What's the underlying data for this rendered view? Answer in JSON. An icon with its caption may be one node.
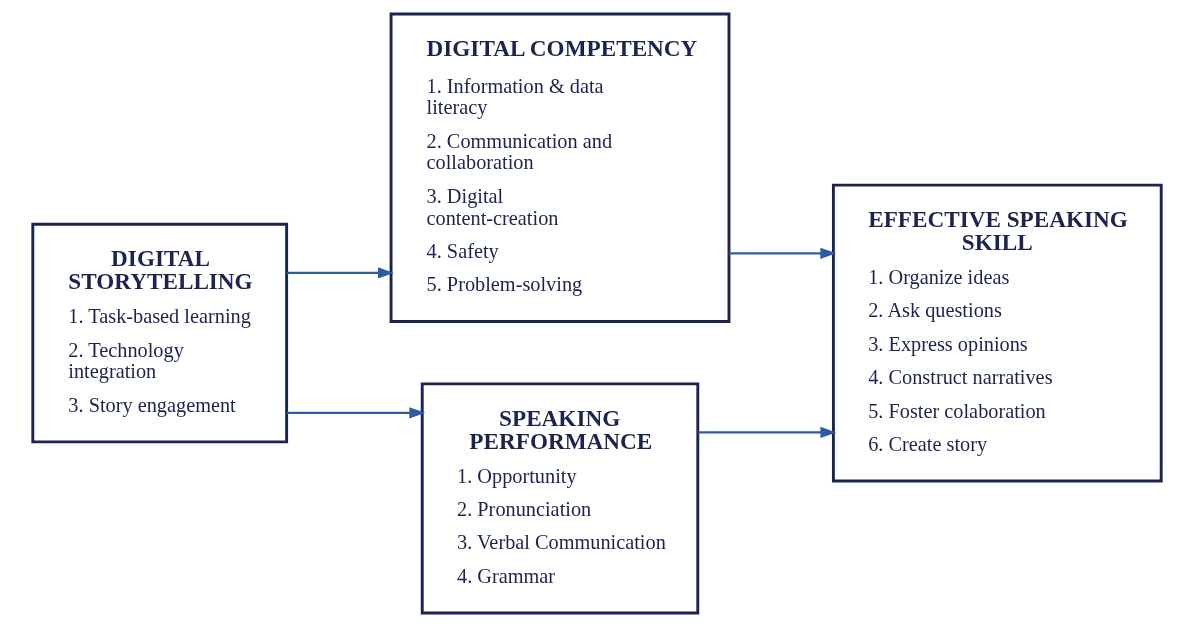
{
  "diagram": {
    "nodes": [
      {
        "text": [
          "DIGITAL STORYTELLING",
          "1. Task-based learning",
          "2. Technology integration",
          "3. Story engagement"
        ]
      },
      {
        "text": [
          "DIGITAL COMPETENCY",
          "1. Information & data literacy",
          "2. Communication and collaboration",
          "3. Digital content-creation",
          "4. Safety",
          "5. Problem-solving"
        ]
      },
      {
        "text": [
          "SPEAKING PERFORMANCE",
          "1. Opportunity",
          "2. Pronunciation",
          "3. Verbal Communication",
          "4. Grammar"
        ]
      },
      {
        "text": [
          "EFFECTIVE SPEAKING SKILL",
          "1. Organize ideas",
          "2. Ask questions",
          "3. Express opinions",
          "4. Construct narratives",
          "5. Foster colaboration",
          "6. Create story"
        ]
      }
    ],
    "edges": [
      {
        "from": 0,
        "to": 1,
        "arrow": "to"
      },
      {
        "from": 0,
        "to": 2,
        "arrow": "to"
      },
      {
        "from": 1,
        "to": 3,
        "arrow": "to"
      },
      {
        "from": 2,
        "to": 3,
        "arrow": "to"
      }
    ]
  }
}
